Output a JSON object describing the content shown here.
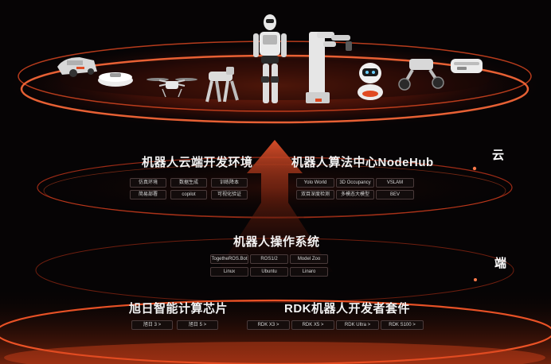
{
  "cloud_label": "云",
  "edge_label": "端",
  "cloud_left": {
    "title": "机器人云端开发环境",
    "tags": [
      "仿真环境",
      "数据生成",
      "训练降本",
      "简易部署",
      "copilot",
      "可视化验证"
    ]
  },
  "cloud_right": {
    "title": "机器人算法中心NodeHub",
    "tags": [
      "Yolo World",
      "3D Occupancy",
      "VSLAM",
      "双目深度检测",
      "多模态大模型",
      "BEV"
    ]
  },
  "os": {
    "title": "机器人操作系统",
    "tags": [
      "TogetheROS.Bot",
      "ROS1/2",
      "Model Zoo",
      "Linux",
      "Ubuntu",
      "Linaro"
    ]
  },
  "chips": {
    "title": "旭日智能计算芯片",
    "tags": [
      "旭日 3 >",
      "旭日 5 >"
    ]
  },
  "rdk": {
    "title": "RDK机器人开发者套件",
    "tags": [
      "RDK X3 >",
      "RDK X5 >",
      "RDK Ultra >",
      "RDK S100 >"
    ]
  },
  "robots": [
    "lawn-mower-robot",
    "robot-vacuum",
    "drone",
    "robot-dog",
    "humanoid-robot",
    "robotic-arm",
    "companion-robot",
    "wheeled-legged-robot",
    "robot-vacuum-station"
  ],
  "colors": {
    "accent": "#ff5a2a",
    "ring": "#c8361a",
    "tag_border": "#4a3a3a"
  }
}
